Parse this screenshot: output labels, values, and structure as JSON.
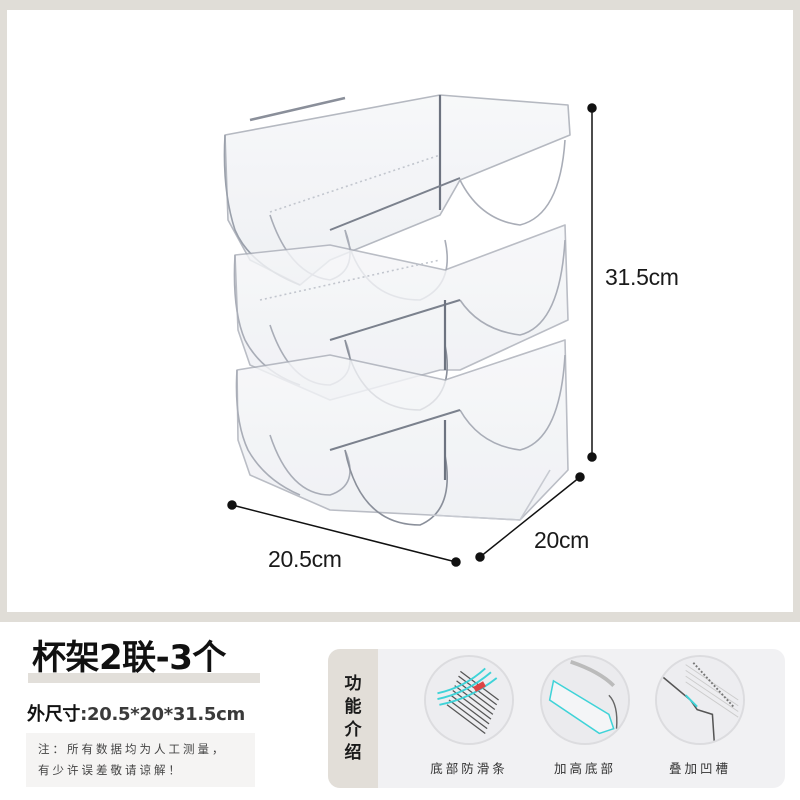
{
  "product_image": {
    "description": "transparent stackable 2-slot wine/cup rack, 3 tiers stacked",
    "dimensions": {
      "height_label": "31.5cm",
      "width_label": "20.5cm",
      "depth_label": "20cm"
    }
  },
  "title": "杯架2联-3个",
  "size": {
    "label": "外尺寸",
    "value": ":20.5*20*31.5cm"
  },
  "note": {
    "line1": "注：所有数据均为人工测量，",
    "line2": "有少许误差敬请谅解！"
  },
  "features": {
    "heading": [
      "功",
      "能",
      "介",
      "绍"
    ],
    "items": [
      {
        "label": "底部防滑条",
        "icon": "anti-slip-strip-closeup"
      },
      {
        "label": "加高底部",
        "icon": "raised-bottom-closeup"
      },
      {
        "label": "叠加凹槽",
        "icon": "stacking-groove-closeup"
      }
    ]
  },
  "colors": {
    "frame": "#e0ddd7",
    "feature_heading_bg": "#e2ded8",
    "feature_panel_bg": "#f1f1f3",
    "highlight_cyan": "#3fd3d8"
  }
}
